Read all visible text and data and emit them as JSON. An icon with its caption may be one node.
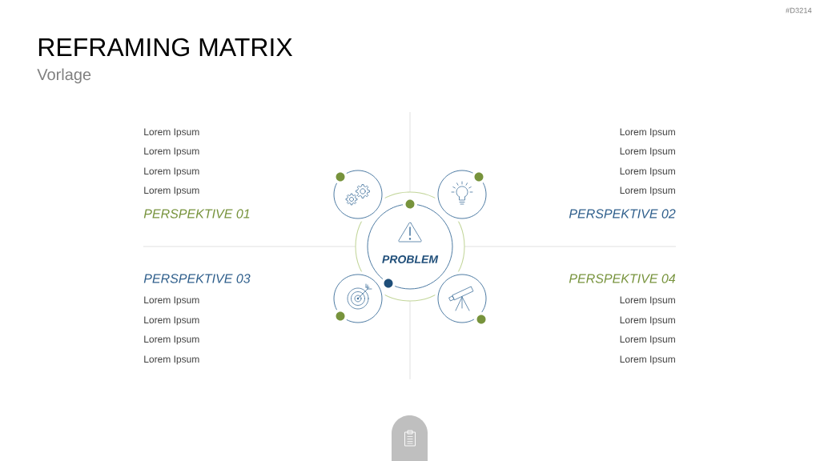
{
  "diagram": {
    "title": "REFRAMING MATRIX",
    "nodes": [
      {
        "text": [
          "PROBLEM"
        ]
      },
      {
        "text": [],
        "shape": "circle"
      },
      {
        "text": [],
        "shape": "circle"
      },
      {
        "text": [],
        "shape": "circle"
      },
      {
        "text": [],
        "shape": "circle"
      }
    ],
    "labels": [
      "#D3214",
      "Vorlage",
      "Lorem Ipsum",
      "Lorem Ipsum",
      "Lorem Ipsum",
      "Lorem Ipsum",
      "PERSPEKTIVE 01",
      "Lorem Ipsum",
      "Lorem Ipsum",
      "Lorem Ipsum",
      "Lorem Ipsum",
      "PERSPEKTIVE 02",
      "PERSPEKTIVE 03",
      "Lorem Ipsum",
      "Lorem Ipsum",
      "Lorem Ipsum",
      "Lorem Ipsum",
      "PERSPEKTIVE 04",
      "Lorem Ipsum",
      "Lorem Ipsum",
      "Lorem Ipsum",
      "Lorem Ipsum"
    ]
  }
}
